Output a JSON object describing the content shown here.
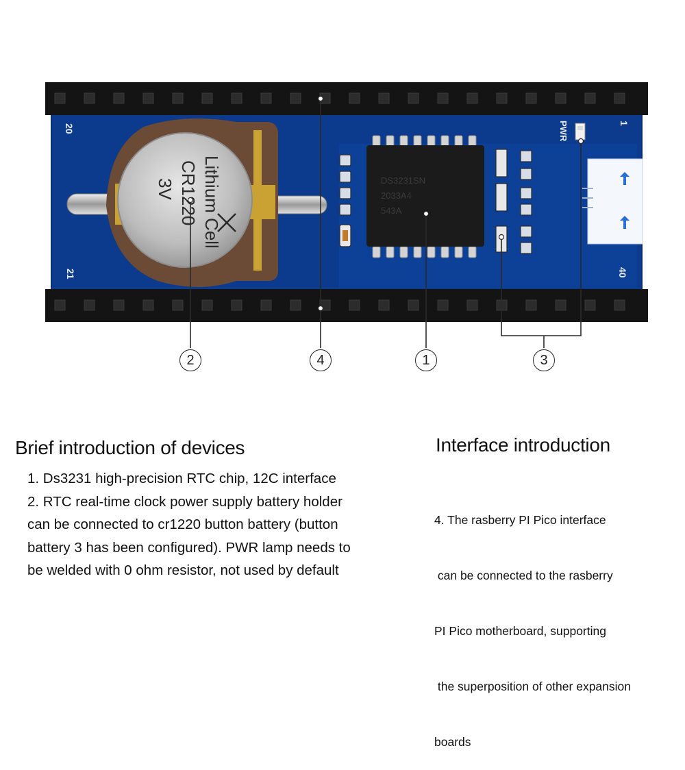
{
  "board": {
    "pin_labels": {
      "top_left": "20",
      "top_right": "1",
      "bottom_left": "21",
      "bottom_right": "40"
    },
    "pwr_label": "PWR",
    "battery_text": {
      "line1": "Lithium Cell",
      "line2": "CR1220",
      "line3": "3V"
    },
    "chip_text": {
      "line1": "DS3231SN",
      "line2": "2033A4",
      "line3": "543A"
    },
    "colors": {
      "pcb": "#0c3a8c",
      "header": "#141414",
      "battery_holder": "#6b4a36",
      "battery": "#c8c8c8",
      "gold": "#c9a233"
    }
  },
  "callouts": [
    {
      "id": "1",
      "label": "①"
    },
    {
      "id": "2",
      "label": "②"
    },
    {
      "id": "3",
      "label": "③"
    },
    {
      "id": "4",
      "label": "④"
    }
  ],
  "devices": {
    "heading": "Brief introduction of devices",
    "lines": [
      "1. Ds3231 high-precision RTC chip, 12C interface",
      "2. RTC real-time clock power supply battery holder",
      "can be connected to cr1220 button battery (button",
      "battery 3 has been configured). PWR lamp needs to",
      "be welded with 0 ohm resistor, not used by default"
    ]
  },
  "interface": {
    "heading": "Interface introduction",
    "lines": [
      "4. The rasberry PI Pico interface",
      " can be connected to the rasberry",
      "PI Pico motherboard, supporting",
      " the superposition of other expansion",
      "boards"
    ]
  }
}
